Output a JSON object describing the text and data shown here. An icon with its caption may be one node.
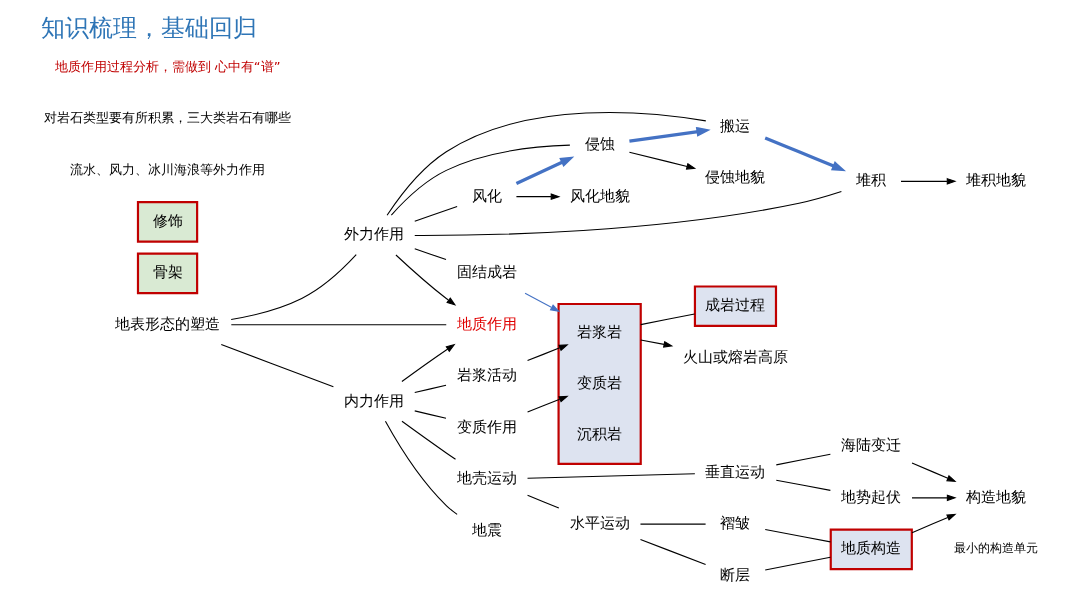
{
  "diagram": {
    "title": "知识梳理，基础回归",
    "nodes": [
      {
        "text": [
          "地表形态的塑造"
        ]
      },
      {
        "text": [
          "骨架"
        ]
      },
      {
        "text": [
          "内力作用"
        ]
      },
      {
        "text": [
          "地质作用"
        ]
      },
      {
        "text": [
          "外力作用"
        ]
      },
      {
        "text": [
          "修饰"
        ]
      },
      {
        "text": [
          "地壳运动"
        ]
      },
      {
        "text": [
          "岩浆活动"
        ]
      },
      {
        "text": [
          "变质作用"
        ]
      },
      {
        "text": [
          "地震"
        ]
      },
      {
        "text": [
          "水平运动"
        ]
      },
      {
        "text": [
          "垂直运动"
        ]
      },
      {
        "text": [
          "褶皱"
        ]
      },
      {
        "text": [
          "断层"
        ]
      },
      {
        "text": [
          "地势起伏"
        ]
      },
      {
        "text": [
          "海陆变迁"
        ]
      },
      {
        "text": [
          "地质构造"
        ],
        "beside": [
          "最小的构造单元"
        ]
      },
      {
        "text": [
          "构造地貌"
        ]
      },
      {
        "text": [],
        "shape": "box"
      },
      {
        "text": [
          "岩浆岩"
        ],
        "in": 18
      },
      {
        "text": [
          "变质岩"
        ],
        "in": 18
      },
      {
        "text": [
          "沉积岩"
        ],
        "in": 18
      },
      {
        "text": [
          "火山或熔岩高原"
        ]
      },
      {
        "text": [
          "成岩过程"
        ]
      },
      {
        "text": [
          "风化"
        ]
      },
      {
        "text": [
          "侵蚀"
        ]
      },
      {
        "text": [
          "搬运"
        ]
      },
      {
        "text": [
          "堆积"
        ]
      },
      {
        "text": [
          "固结成岩"
        ]
      },
      {
        "text": [
          "风化地貌"
        ]
      },
      {
        "text": [
          "侵蚀地貌"
        ]
      },
      {
        "text": [
          "堆积地貌"
        ]
      }
    ],
    "edges": [
      {
        "from": 0,
        "to": 2,
        "arrow": "none"
      },
      {
        "from": 0,
        "to": 3,
        "arrow": "none"
      },
      {
        "from": 0,
        "to": 4,
        "arrow": "none"
      },
      {
        "from": 2,
        "to": 3,
        "arrow": "to"
      },
      {
        "from": 4,
        "to": 3,
        "arrow": "to"
      },
      {
        "from": 2,
        "to": 6,
        "arrow": "none"
      },
      {
        "from": 2,
        "to": 7,
        "arrow": "none"
      },
      {
        "from": 2,
        "to": 8,
        "arrow": "none"
      },
      {
        "from": 2,
        "to": 9,
        "arrow": "none"
      },
      {
        "from": 6,
        "to": 10,
        "arrow": "none"
      },
      {
        "from": 6,
        "to": 11,
        "arrow": "none"
      },
      {
        "from": 10,
        "to": 12,
        "arrow": "none"
      },
      {
        "from": 10,
        "to": 13,
        "arrow": "none"
      },
      {
        "from": 11,
        "to": 14,
        "arrow": "none"
      },
      {
        "from": 11,
        "to": 15,
        "arrow": "none"
      },
      {
        "from": 12,
        "to": 16,
        "arrow": "none"
      },
      {
        "from": 13,
        "to": 16,
        "arrow": "none"
      },
      {
        "from": 16,
        "to": 17,
        "arrow": "to"
      },
      {
        "from": 14,
        "to": 17,
        "arrow": "to"
      },
      {
        "from": 15,
        "to": 17,
        "arrow": "to"
      },
      {
        "from": 7,
        "to": 19,
        "arrow": "to"
      },
      {
        "from": 8,
        "to": 20,
        "arrow": "to"
      },
      {
        "from": 18,
        "to": 22,
        "arrow": "to"
      },
      {
        "from": 18,
        "to": 23,
        "arrow": "none"
      },
      {
        "from": 4,
        "to": 24,
        "arrow": "none"
      },
      {
        "from": 4,
        "to": 25,
        "arrow": "none"
      },
      {
        "from": 4,
        "to": 26,
        "arrow": "none"
      },
      {
        "from": 4,
        "to": 27,
        "arrow": "none"
      },
      {
        "from": 4,
        "to": 28,
        "arrow": "none"
      },
      {
        "from": 24,
        "to": 29,
        "arrow": "to"
      },
      {
        "from": 25,
        "to": 30,
        "arrow": "to"
      },
      {
        "from": 27,
        "to": 31,
        "arrow": "to"
      },
      {
        "from": 24,
        "to": 25,
        "arrow": "to",
        "color": "#4472c4",
        "style": "thick"
      },
      {
        "from": 25,
        "to": 26,
        "arrow": "to",
        "color": "#4472c4",
        "style": "thick"
      },
      {
        "from": 26,
        "to": 27,
        "arrow": "to",
        "color": "#4472c4",
        "style": "thick"
      },
      {
        "from": 28,
        "to": 18,
        "arrow": "to",
        "color": "#4472c4"
      }
    ],
    "labels": [
      "流水、风力、冰川海浪等外力作用",
      "对岩石类型要有所积累，三大类岩石有哪些",
      "地质作用过程分析，需做到 心中有“谱”"
    ]
  }
}
